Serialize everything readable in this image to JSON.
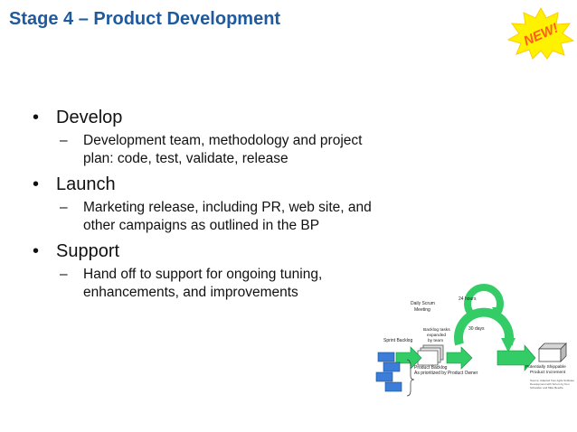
{
  "title": "Stage 4 – Product Development",
  "badge": {
    "text": "NEW!",
    "color": "#ff5a1f"
  },
  "accent_color": "#1f5a9e",
  "bullets": [
    {
      "label": "Develop",
      "sub": "Development team, methodology and project plan: code, test, validate, release"
    },
    {
      "label": "Launch",
      "sub": "Marketing release, including PR, web site, and other campaigns as outlined in the BP"
    },
    {
      "label": "Support",
      "sub": "Hand off to support for ongoing tuning, enhancements, and improvements"
    }
  ],
  "diagram": {
    "daily_scrum": "Daily Scrum Meeting",
    "hours": "24 hours",
    "days": "30 days",
    "backlog_tasks": "Backlog tasks expanded by team",
    "sprint_backlog": "Sprint Backlog",
    "product_backlog": "Product Backlog",
    "prioritized": "As prioritized by Product Owner",
    "increment": "Potentially Shippable Product Increment",
    "source_note": "Source: Adapted from Agile Software Development with Scrum by Ken Schwaber and Mike Beedle"
  }
}
